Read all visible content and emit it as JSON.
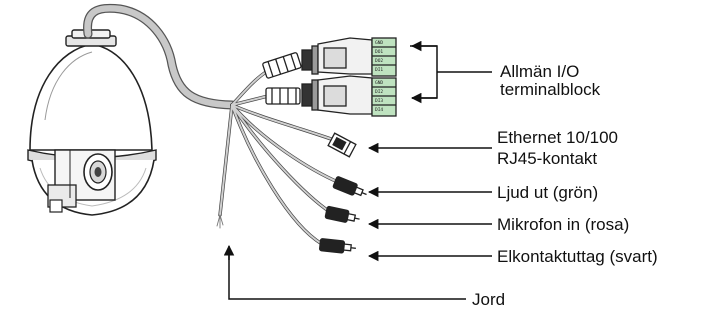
{
  "labels": {
    "io_line1": "Allmän I/O",
    "io_line2": "terminalblock",
    "eth_line1": "Ethernet 10/100",
    "eth_line2": "RJ45-kontakt",
    "audio_out": "Ljud ut (grön)",
    "mic_in": "Mikrofon in (rosa)",
    "power": "Elkontaktuttag (svart)",
    "ground": "Jord"
  },
  "terminal_pins": {
    "upper": [
      "GND",
      "DO1",
      "DO2",
      "DI1"
    ],
    "lower": [
      "GND",
      "DI2",
      "DI3",
      "DI4"
    ]
  },
  "colors": {
    "line": "#111111",
    "cable": "#c8c8c8",
    "cable_outline": "#555555",
    "terminal_green": "#bfe3c0",
    "connector_gray": "#9a9a9a",
    "dark": "#222222"
  }
}
